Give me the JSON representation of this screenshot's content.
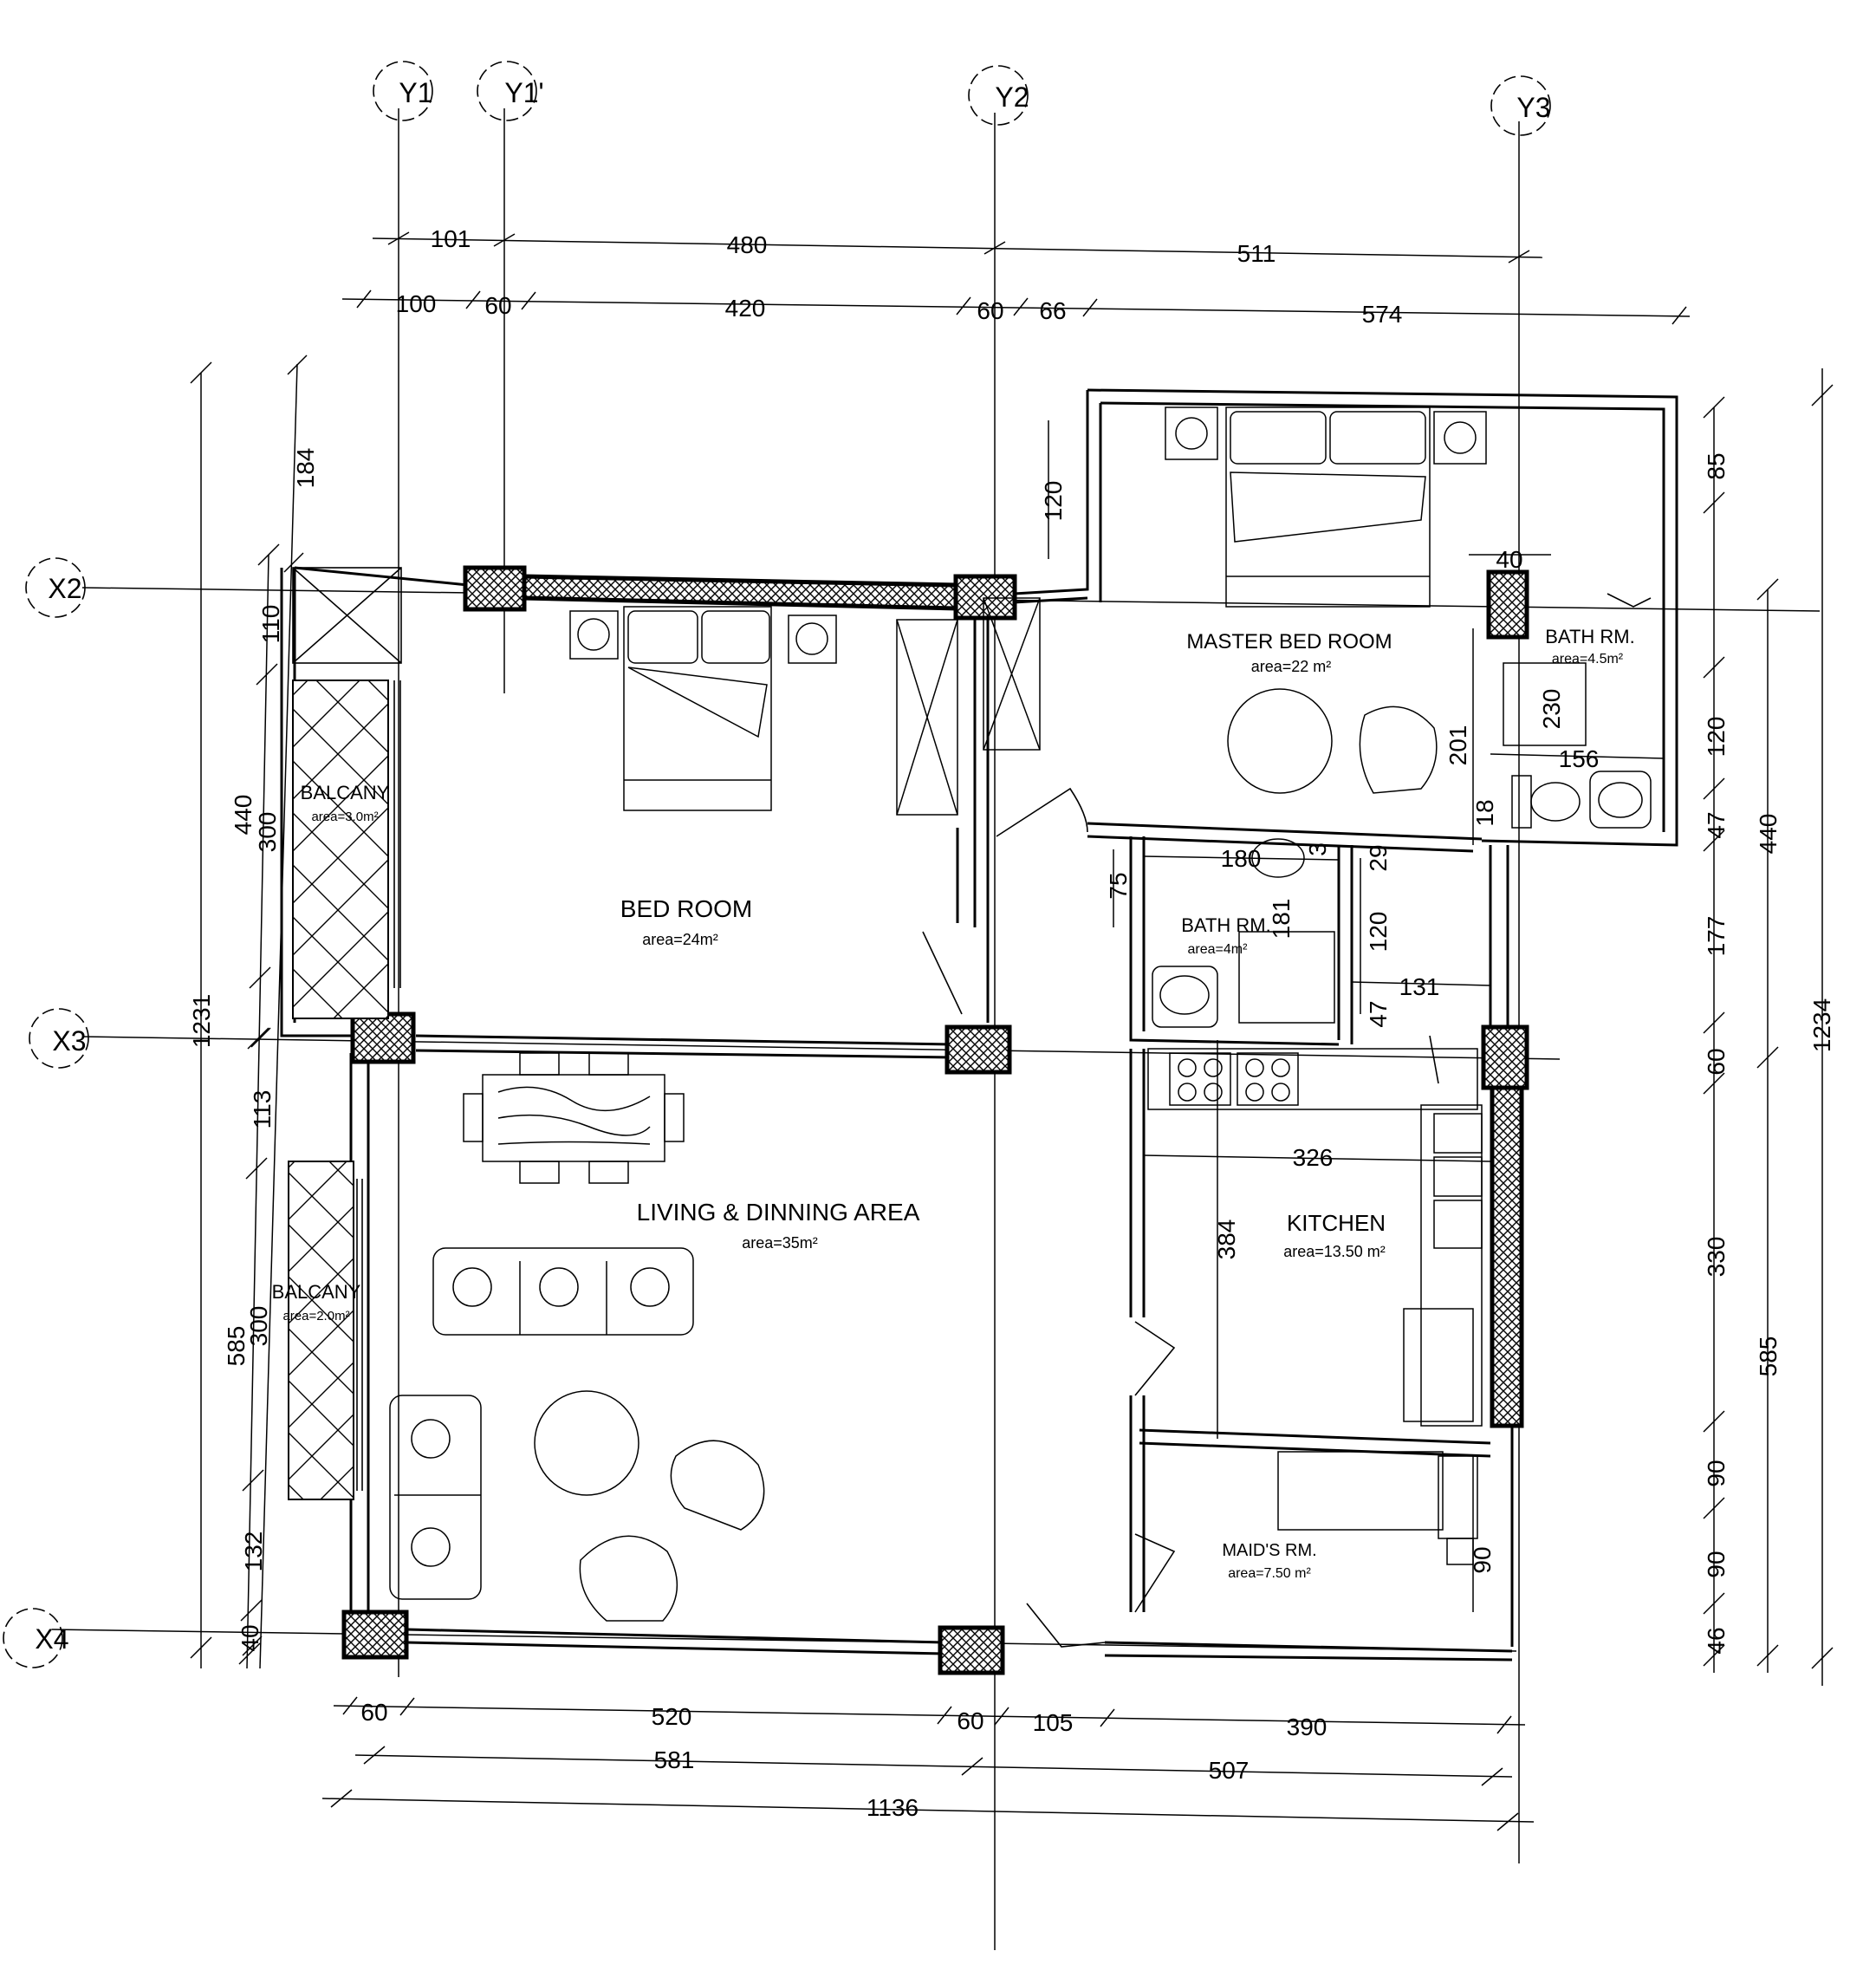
{
  "grid": {
    "columns": [
      "Y1",
      "Y1'",
      "Y2",
      "Y3"
    ],
    "rows": [
      "X2",
      "X3",
      "X4"
    ]
  },
  "rooms": [
    {
      "name": "BED ROOM",
      "area": "area=24m²"
    },
    {
      "name": "MASTER BED ROOM",
      "area": "area=22 m²"
    },
    {
      "name": "BATH RM.",
      "area": "area=4.5m²"
    },
    {
      "name": "BATH RM.",
      "area": "area=4m²"
    },
    {
      "name": "LIVING & DINNING AREA",
      "area": "area=35m²"
    },
    {
      "name": "KITCHEN",
      "area": "area=13.50 m²"
    },
    {
      "name": "MAID'S RM.",
      "area": "area=7.50 m²"
    },
    {
      "name": "BALCANY",
      "area": "area=3.0m²"
    },
    {
      "name": "BALCANY",
      "area": "area=2.0m²"
    }
  ],
  "dimensions": {
    "top_row1": [
      "101",
      "480",
      "511"
    ],
    "top_row2": [
      "100",
      "60",
      "420",
      "60",
      "66",
      "574"
    ],
    "bottom_row1": [
      "60",
      "520",
      "60",
      "105",
      "390"
    ],
    "bottom_row2": [
      "581",
      "507"
    ],
    "bottom_row3": [
      "1136"
    ],
    "left_outer": [
      "1231"
    ],
    "left_mid": [
      "184",
      "440",
      "585"
    ],
    "left_inner": [
      "110",
      "300",
      "113",
      "300",
      "132",
      "40"
    ],
    "right_inner": [
      "85",
      "120",
      "47",
      "177",
      "60",
      "330",
      "90",
      "90",
      "46"
    ],
    "right_mid": [
      "440",
      "585"
    ],
    "right_outer": [
      "1234"
    ],
    "interior": [
      "40",
      "201",
      "230",
      "156",
      "18",
      "120",
      "180",
      "3",
      "29",
      "75",
      "181",
      "120",
      "131",
      "47",
      "326",
      "384",
      "90"
    ]
  }
}
